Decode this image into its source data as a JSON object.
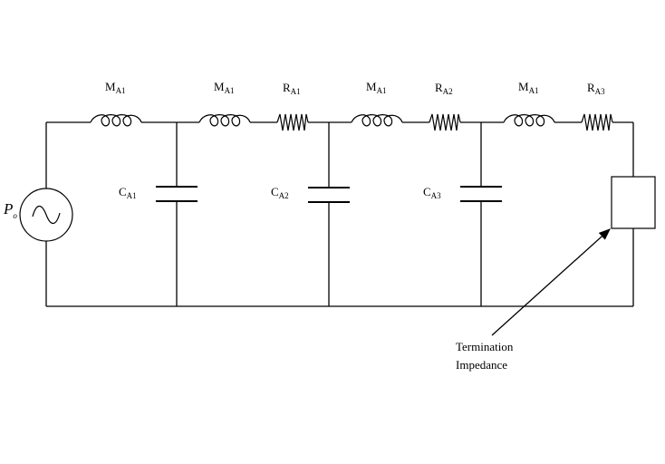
{
  "source": {
    "label": "P",
    "sub": "o"
  },
  "inductors": [
    {
      "label": "M",
      "sub": "A1"
    },
    {
      "label": "M",
      "sub": "A1"
    },
    {
      "label": "M",
      "sub": "A1"
    },
    {
      "label": "M",
      "sub": "A1"
    }
  ],
  "resistors": [
    {
      "label": "R",
      "sub": "A1"
    },
    {
      "label": "R",
      "sub": "A2"
    },
    {
      "label": "R",
      "sub": "A3"
    }
  ],
  "capacitors": [
    {
      "label": "C",
      "sub": "A1"
    },
    {
      "label": "C",
      "sub": "A2"
    },
    {
      "label": "C",
      "sub": "A3"
    }
  ],
  "termination": {
    "line1": "Termination",
    "line2": "Impedance"
  }
}
